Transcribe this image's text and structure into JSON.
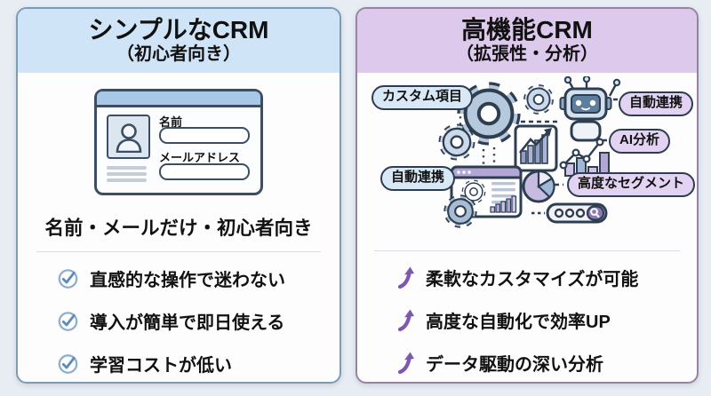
{
  "page": {
    "background_color": "#e8edf4"
  },
  "left_panel": {
    "title": "シンプルなCRM",
    "subtitle": "（初心者向き）",
    "header_color": "#cfe4f6",
    "border_color": "#7b9cb6",
    "card": {
      "name_label": "名前",
      "email_label": "メールアドレス"
    },
    "tagline": "名前・メールだけ・初心者向き",
    "bullet_icon": "check-circle-icon",
    "check_color": "#5e8ab8",
    "bullets": [
      {
        "text": "直感的な操作で迷わない"
      },
      {
        "text": "導入が簡単で即日使える"
      },
      {
        "text": "学習コストが低い"
      }
    ]
  },
  "right_panel": {
    "title": "高機能CRM",
    "subtitle": "（拡張性・分析）",
    "header_color": "#dcc9ec",
    "border_color": "#95839f",
    "feature_labels": {
      "custom_fields": "カスタム項目",
      "auto_link_top": "自動連携",
      "ai_analysis": "AI分析",
      "auto_link_left": "自動連携",
      "advanced_segment": "高度なセグメント"
    },
    "illustration_icons": [
      "gear-icon",
      "robot-icon",
      "line-chart-icon",
      "bar-chart-icon",
      "browser-window-icon",
      "pie-chart-icon",
      "search-bar-icon"
    ],
    "bullet_icon": "trend-up-arrow-icon",
    "arrow_color": "#7e57b0",
    "bullets": [
      {
        "text": "柔軟なカスタマイズが可能"
      },
      {
        "text": "高度な自動化で効率UP"
      },
      {
        "text": "データ駆動の深い分析"
      }
    ]
  }
}
